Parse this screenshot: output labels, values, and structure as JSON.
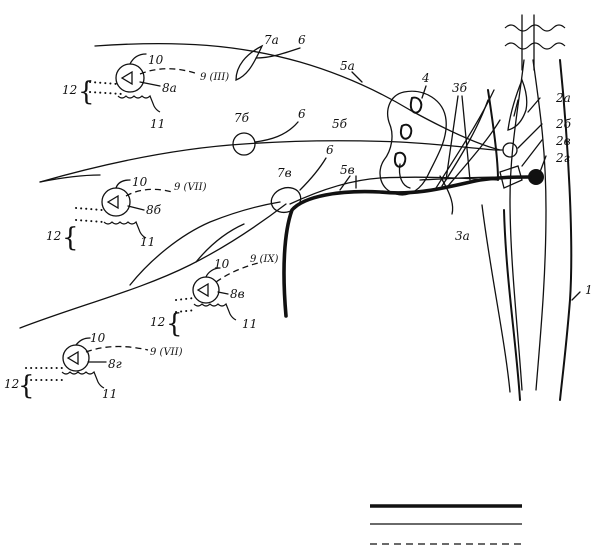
{
  "labels": {
    "l1": "1",
    "l2a": "2а",
    "l2b": "2б",
    "l2v": "2в",
    "l2g": "2г",
    "l3a": "3а",
    "l3b": "3б",
    "l4": "4",
    "l5a": "5а",
    "l5b": "5б",
    "l5v": "5в",
    "l6a": "6",
    "l6b": "6",
    "l6c": "6",
    "l7a": "7а",
    "l7b": "7б",
    "l7v": "7в",
    "l8a": "8а",
    "l8b": "8б",
    "l8v": "8в",
    "l8g": "8г",
    "l9a": "9 (III)",
    "l9b": "9 (VII)",
    "l9c": "9 (IX)",
    "l9d": "9 (VII)",
    "l10a": "10",
    "l10b": "10",
    "l10c": "10",
    "l10d": "10",
    "l11a": "11",
    "l11b": "11",
    "l11c": "11",
    "l11d": "11",
    "l12a": "12",
    "l12b": "12",
    "l12c": "12",
    "l12d": "12",
    "brace": "{"
  },
  "colors": {
    "ink": "#111111",
    "background": "#ffffff"
  }
}
